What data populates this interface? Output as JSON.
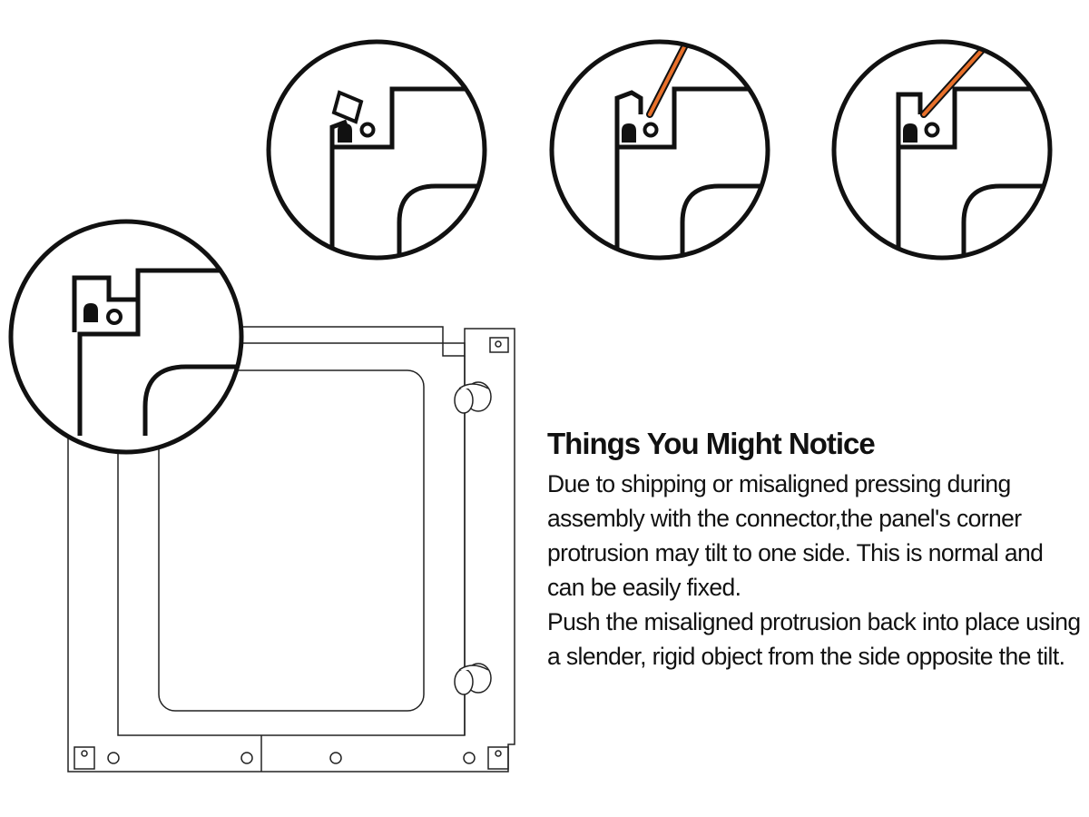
{
  "notice": {
    "title": "Things You Might Notice",
    "paragraph1": "Due to shipping or misaligned pressing during assembly with the connector,the panel's corner protrusion may tilt to one side. This is normal and can be easily fixed.",
    "paragraph2": "Push the misaligned protrusion back into place using a slender, rigid object from the side opposite the tilt."
  },
  "colors": {
    "line": "#111111",
    "tool": "#e8702a",
    "background": "#ffffff"
  }
}
